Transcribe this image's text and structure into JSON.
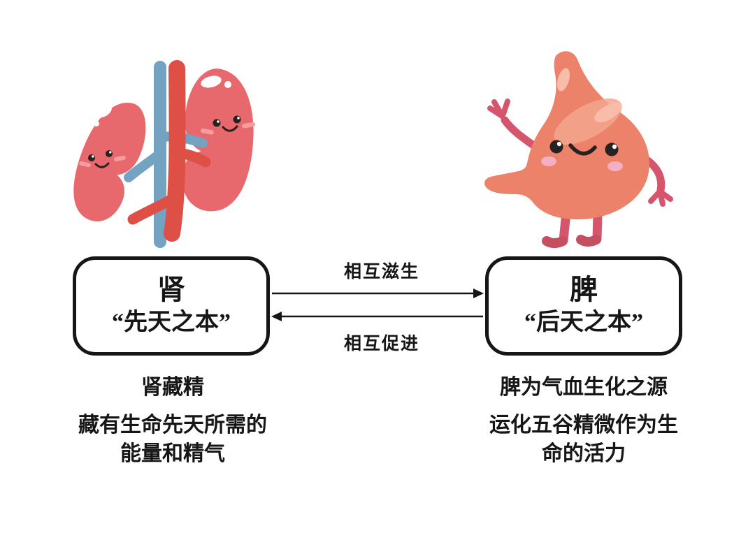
{
  "colors": {
    "background": "#ffffff",
    "text": "#161616",
    "line": "#161616",
    "face": "#27211f",
    "spot-white": "#ffffff",
    "kidney-body": "#e7686d",
    "kidney-blush": "#f59da1",
    "vessel-blue": "#74a3c2",
    "vessel-red": "#de4f45",
    "stomach-body": "#ec8269",
    "stomach-highlight": "#f4a68f",
    "stomach-highlight-bright": "#f8bca9",
    "stomach-blush": "#f5afc2",
    "limb": "#d5566c",
    "foot": "#c44f60"
  },
  "left": {
    "illustration": "kidneys-cartoon",
    "box": {
      "title": "肾",
      "subtitle": "“先天之本”"
    },
    "description": {
      "line1": "肾藏精",
      "line2": "藏有生命先天所需的",
      "line3": "能量和精气"
    }
  },
  "right": {
    "illustration": "spleen-stomach-cartoon",
    "box": {
      "title": "脾",
      "subtitle": "“后天之本”"
    },
    "description": {
      "line1": "脾为气血生化之源",
      "line2": "运化五谷精微作为生",
      "line3": "命的活力"
    }
  },
  "relation": {
    "top_label": "相互滋生",
    "top_direction": "left-to-right",
    "bottom_label": "相互促进",
    "bottom_direction": "right-to-left"
  }
}
